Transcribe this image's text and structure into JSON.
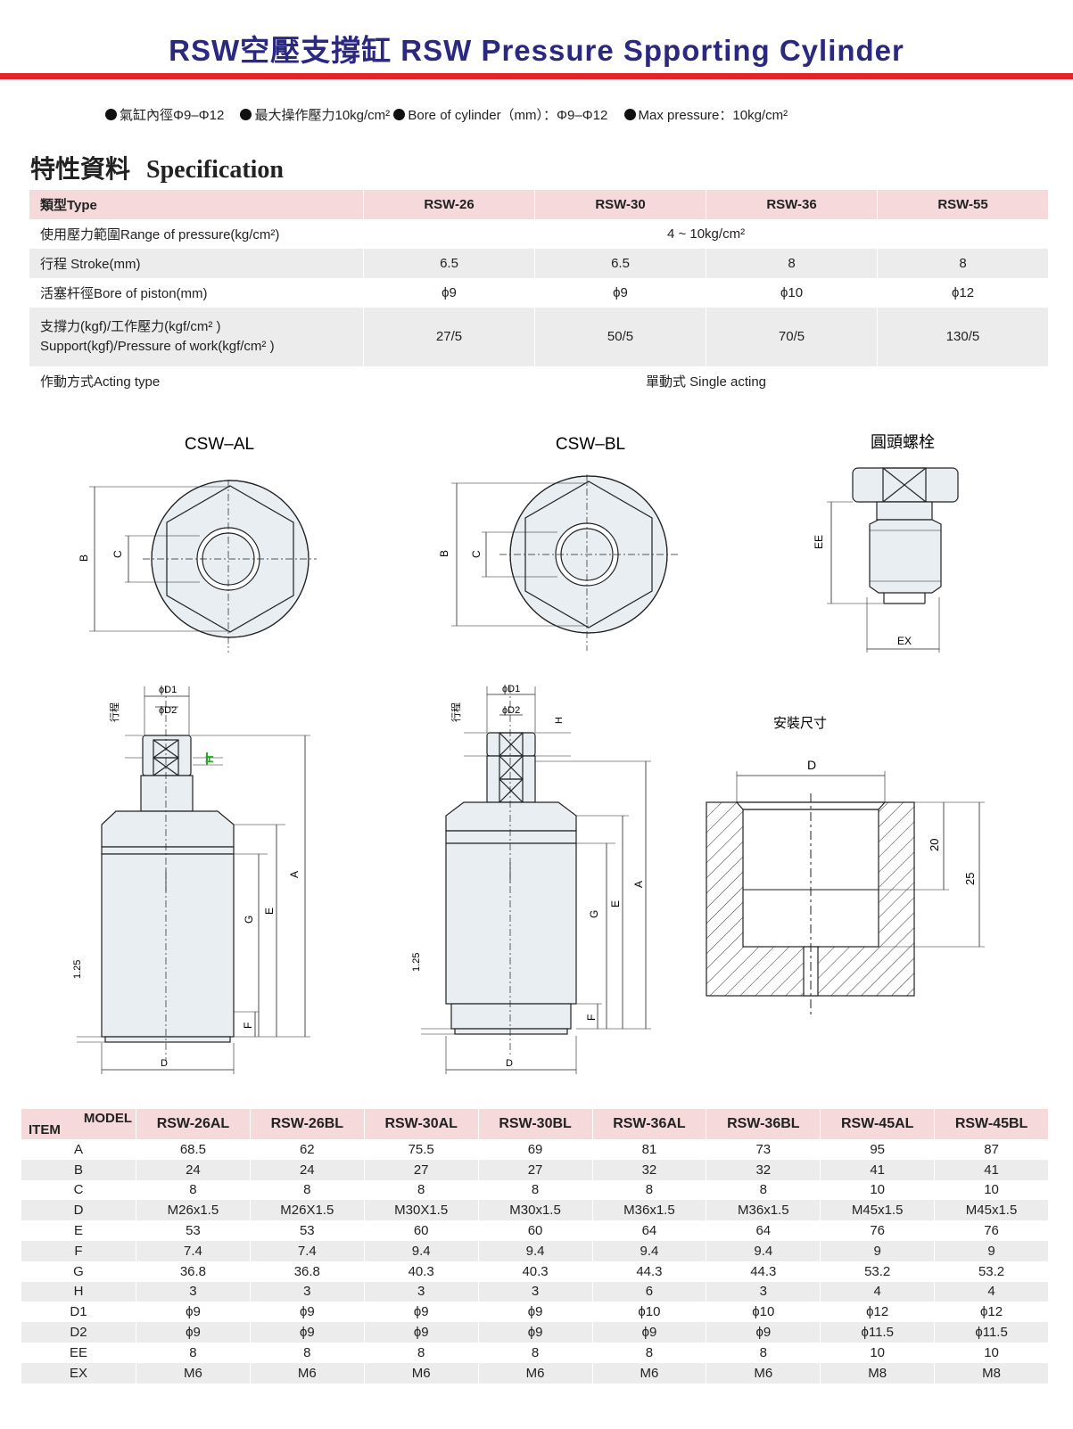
{
  "title": "RSW空壓支撐缸 RSW Pressure Spporting Cylinder",
  "colors": {
    "title": "#2b2880",
    "bar": "#e4262c",
    "header_row": "#f6d9da",
    "shaded_row": "#ececec"
  },
  "bullets": {
    "b1": "氣缸內徑Φ9–Φ12",
    "b2": "最大操作壓力10kg/cm²",
    "b3": "Bore of cylinder（mm）：Φ9–Φ12",
    "b4": "Max pressure：10kg/cm²"
  },
  "spec": {
    "heading_cn": "特性資料",
    "heading_en": "Specification",
    "type_label": "類型Type",
    "models": [
      "RSW-26",
      "RSW-30",
      "RSW-36",
      "RSW-55"
    ],
    "pressure_label": "使用壓力範圍Range of pressure(kg/cm²)",
    "pressure_value": "4 ~ 10kg/cm²",
    "stroke_label": "行程 Stroke(mm)",
    "stroke": [
      "6.5",
      "6.5",
      "8",
      "8"
    ],
    "piston_label": "活塞杆徑Bore of piston(mm)",
    "piston": [
      "ϕ9",
      "ϕ9",
      "ϕ10",
      "ϕ12"
    ],
    "support_label1": "支撐力(kgf)/工作壓力(kgf/cm² )",
    "support_label2": "Support(kgf)/Pressure of work(kgf/cm² )",
    "support": [
      "27/5",
      "50/5",
      "70/5",
      "130/5"
    ],
    "acting_label": "作動方式Acting type",
    "acting_value": "單動式 Single acting"
  },
  "drawings": {
    "al_title": "CSW–AL",
    "bl_title": "CSW–BL",
    "bolt_title": "圓頭螺栓",
    "install_title": "安裝尺寸",
    "labels": {
      "B": "B",
      "C": "C",
      "EE": "EE",
      "EX": "EX",
      "D1": "ϕD1",
      "D2": "ϕD2",
      "stroke": "行程",
      "H": "H",
      "A": "A",
      "E": "E",
      "G": "G",
      "F": "F",
      "D": "D",
      "v125": "1.25",
      "v20": "20",
      "v25": "25"
    }
  },
  "dim_table": {
    "model_label": "MODEL",
    "item_label": "ITEM",
    "models": [
      "RSW-26AL",
      "RSW-26BL",
      "RSW-30AL",
      "RSW-30BL",
      "RSW-36AL",
      "RSW-36BL",
      "RSW-45AL",
      "RSW-45BL"
    ],
    "rows": [
      {
        "item": "A",
        "v": [
          "68.5",
          "62",
          "75.5",
          "69",
          "81",
          "73",
          "95",
          "87"
        ]
      },
      {
        "item": "B",
        "v": [
          "24",
          "24",
          "27",
          "27",
          "32",
          "32",
          "41",
          "41"
        ]
      },
      {
        "item": "C",
        "v": [
          "8",
          "8",
          "8",
          "8",
          "8",
          "8",
          "10",
          "10"
        ]
      },
      {
        "item": "D",
        "v": [
          "M26x1.5",
          "M26X1.5",
          "M30X1.5",
          "M30x1.5",
          "M36x1.5",
          "M36x1.5",
          "M45x1.5",
          "M45x1.5"
        ]
      },
      {
        "item": "E",
        "v": [
          "53",
          "53",
          "60",
          "60",
          "64",
          "64",
          "76",
          "76"
        ]
      },
      {
        "item": "F",
        "v": [
          "7.4",
          "7.4",
          "9.4",
          "9.4",
          "9.4",
          "9.4",
          "9",
          "9"
        ]
      },
      {
        "item": "G",
        "v": [
          "36.8",
          "36.8",
          "40.3",
          "40.3",
          "44.3",
          "44.3",
          "53.2",
          "53.2"
        ]
      },
      {
        "item": "H",
        "v": [
          "3",
          "3",
          "3",
          "3",
          "6",
          "3",
          "4",
          "4"
        ]
      },
      {
        "item": "D1",
        "v": [
          "ϕ9",
          "ϕ9",
          "ϕ9",
          "ϕ9",
          "ϕ10",
          "ϕ10",
          "ϕ12",
          "ϕ12"
        ]
      },
      {
        "item": "D2",
        "v": [
          "ϕ9",
          "ϕ9",
          "ϕ9",
          "ϕ9",
          "ϕ9",
          "ϕ9",
          "ϕ11.5",
          "ϕ11.5"
        ]
      },
      {
        "item": "EE",
        "v": [
          "8",
          "8",
          "8",
          "8",
          "8",
          "8",
          "10",
          "10"
        ]
      },
      {
        "item": "EX",
        "v": [
          "M6",
          "M6",
          "M6",
          "M6",
          "M6",
          "M6",
          "M8",
          "M8"
        ]
      }
    ]
  }
}
